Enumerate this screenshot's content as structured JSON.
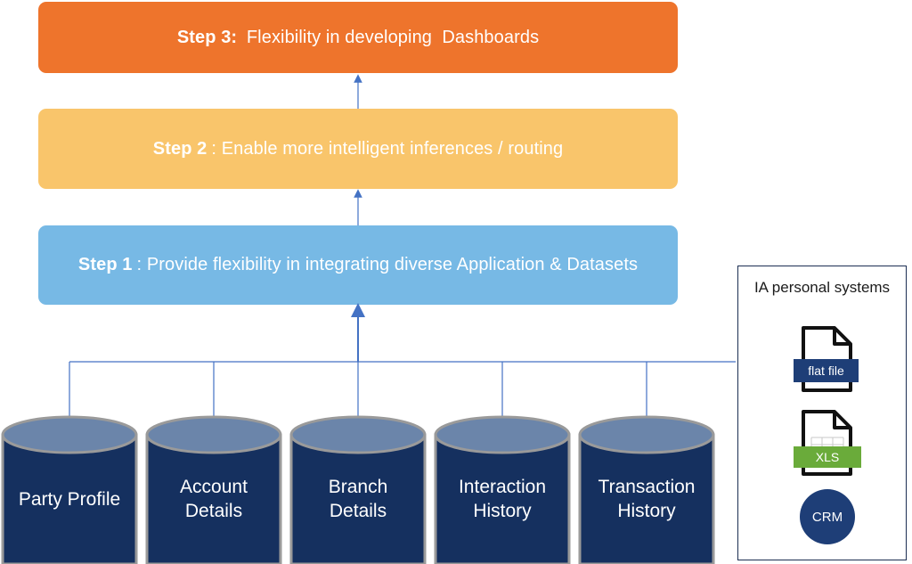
{
  "steps": [
    {
      "id": "step3",
      "bold": "Step 3:",
      "text": " Flexibility in developing  Dashboards"
    },
    {
      "id": "step2",
      "bold": "Step 2",
      "text": ": Enable more intelligent inferences / routing"
    },
    {
      "id": "step1",
      "bold": "Step 1",
      "text": ": Provide flexibility in integrating diverse Application & Datasets"
    }
  ],
  "databases": [
    {
      "line1": "Party Profile",
      "line2": ""
    },
    {
      "line1": "Account",
      "line2": "Details"
    },
    {
      "line1": "Branch",
      "line2": "Details"
    },
    {
      "line1": "Interaction",
      "line2": "History"
    },
    {
      "line1": "Transaction",
      "line2": "History"
    }
  ],
  "ia_systems": {
    "title": "IA personal systems",
    "flat_file": "flat file",
    "xls": "XLS",
    "crm": "CRM"
  },
  "colors": {
    "step3": "#ee742c",
    "step2": "#f9c56b",
    "step1": "#77b9e5",
    "database": "#15305f",
    "connector": "#4472c4",
    "xls_tag": "#6aab3a",
    "flat_file_tag": "#1e3e77"
  }
}
